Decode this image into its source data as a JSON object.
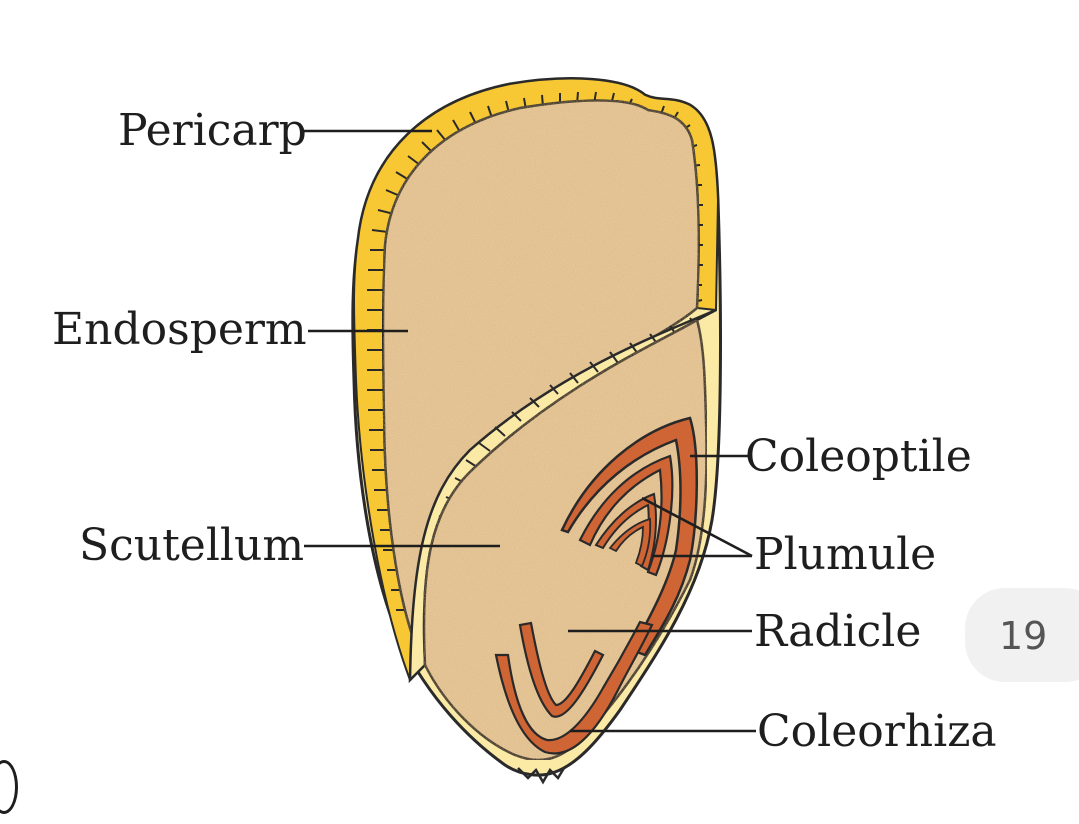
{
  "diagram": {
    "labels": {
      "pericarp": "Pericarp",
      "endosperm": "Endosperm",
      "scutellum": "Scutellum",
      "coleoptile": "Coleoptile",
      "plumule": "Plumule",
      "radicle": "Radicle",
      "coleorhiza": "Coleorhiza"
    },
    "colors": {
      "pericarp": "#f7c833",
      "endosperm": "#e8c898",
      "embryo_tissue": "#cf6434",
      "outline": "#2a2a2a",
      "light_coat": "#fbe9a6"
    }
  },
  "page_badge": {
    "number": "19"
  }
}
